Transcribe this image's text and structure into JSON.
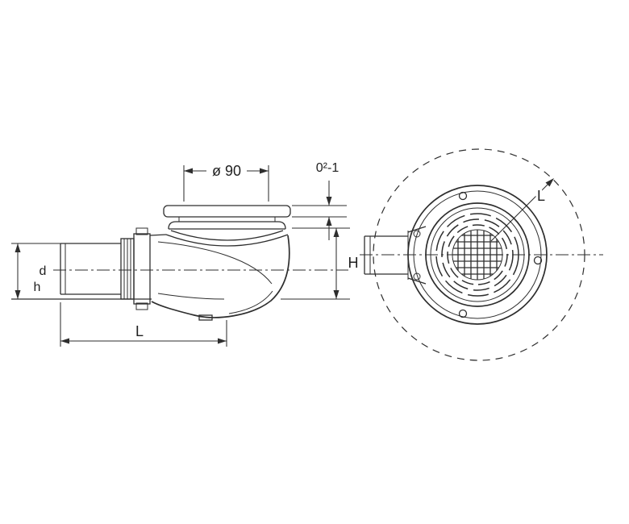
{
  "drawing": {
    "side_view": {
      "dim_diameter": "ø 90",
      "dim_tolerance": "0²-1",
      "dim_height": "H",
      "dim_pipe_diameter": "d",
      "dim_pipe_height": "h",
      "dim_length": "L"
    },
    "top_view": {
      "dim_circle_label": "L"
    }
  },
  "colors": {
    "line": "#2e2e2e",
    "text": "#1f1f1f",
    "background": "#ffffff"
  }
}
